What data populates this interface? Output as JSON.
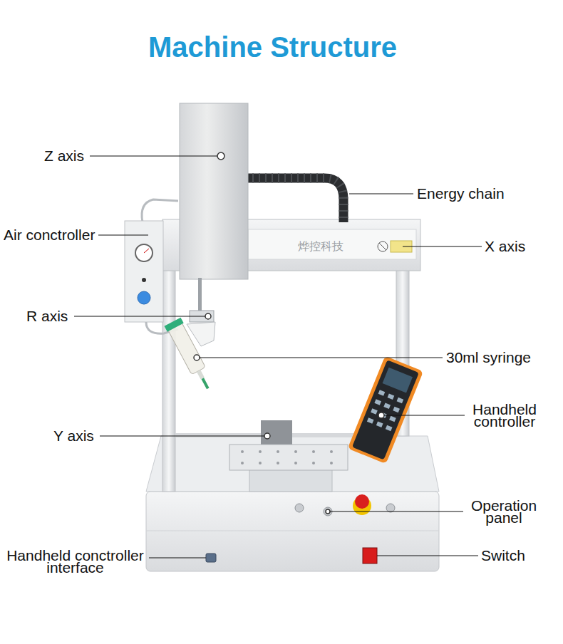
{
  "diagram": {
    "title": "Machine Structure",
    "labels": [
      "Z axis",
      "Energy chain",
      "Air conctroller",
      "烨控科技",
      "X axis",
      "R axis",
      "30ml syringe",
      "Handheld controller",
      "Y axis",
      "Operation panel",
      "Handheld conctroller interface",
      "Switch"
    ]
  }
}
